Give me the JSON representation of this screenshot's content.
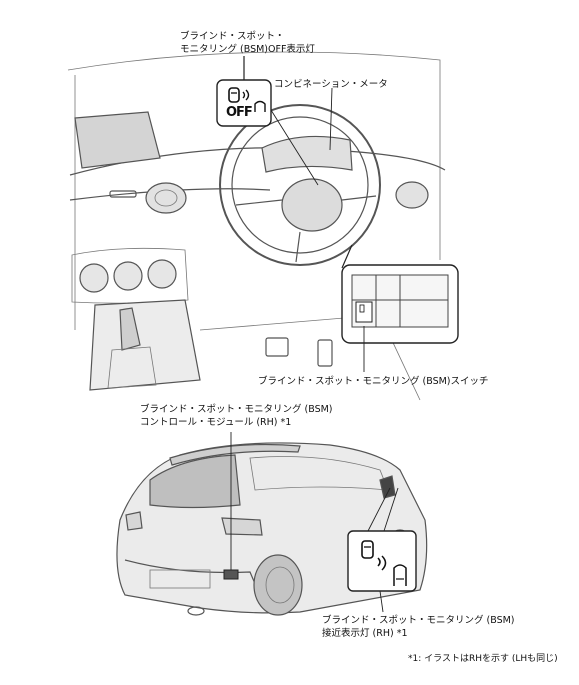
{
  "top_figure": {
    "label_bsm_off_1": "ブラインド・スポット・",
    "label_bsm_off_2": "モニタリング (BSM)OFF表示灯",
    "label_combination_meter": "コンビネーション・メータ",
    "label_bsm_switch": "ブラインド・スポット・モニタリング (BSM)スイッチ",
    "indicator_text": "OFF"
  },
  "bottom_figure": {
    "label_control_module_1": "ブラインド・スポット・モニタリング (BSM)",
    "label_control_module_2": "コントロール・モジュール (RH) *1",
    "label_approach_1": "ブラインド・スポット・モニタリング (BSM)",
    "label_approach_2": "接近表示灯 (RH) *1"
  },
  "footnote": "*1: イラストはRHを示す (LHも同じ)"
}
